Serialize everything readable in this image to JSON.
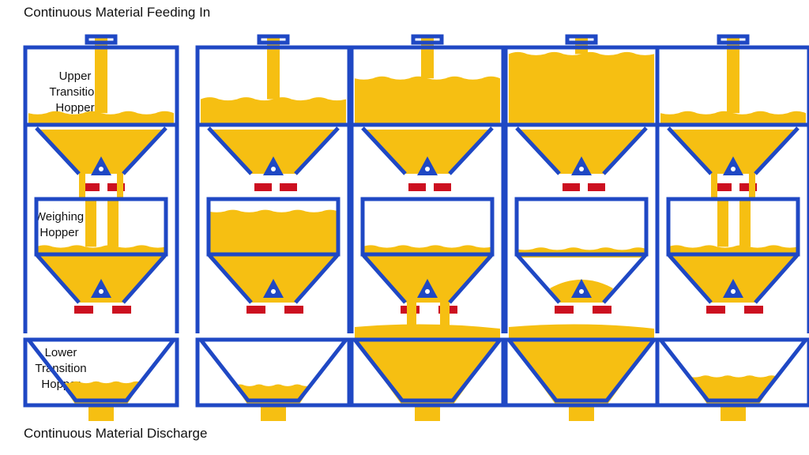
{
  "labels": {
    "top_title": "Continuous Material Feeding In",
    "bottom_title": "Continuous Material Discharge",
    "upper": [
      "Upper",
      "Transition",
      "Hopper"
    ],
    "weighing": [
      "Weighing",
      "Hopper"
    ],
    "lower": [
      "Lower",
      "Transition",
      "Hopper"
    ]
  },
  "colors": {
    "frame": "#1f48c4",
    "material": "#f6bf12",
    "gate": "#cc1020"
  },
  "stages": [
    {
      "upper_fill": 0.1,
      "upper_valve_open": true,
      "weigh_fill": 0.1,
      "weigh_valve_open": false,
      "lower_fill": 0.25
    },
    {
      "upper_fill": 0.3,
      "upper_valve_open": false,
      "weigh_fill": 0.9,
      "weigh_valve_open": false,
      "lower_fill": 0.2
    },
    {
      "upper_fill": 0.6,
      "upper_valve_open": false,
      "weigh_fill": 0.1,
      "weigh_valve_open": true,
      "lower_fill": 1.0
    },
    {
      "upper_fill": 0.95,
      "upper_valve_open": false,
      "weigh_fill": 0.05,
      "weigh_valve_open": false,
      "lower_fill": 1.0
    },
    {
      "upper_fill": 0.1,
      "upper_valve_open": true,
      "weigh_fill": 0.1,
      "weigh_valve_open": false,
      "lower_fill": 0.35
    }
  ]
}
